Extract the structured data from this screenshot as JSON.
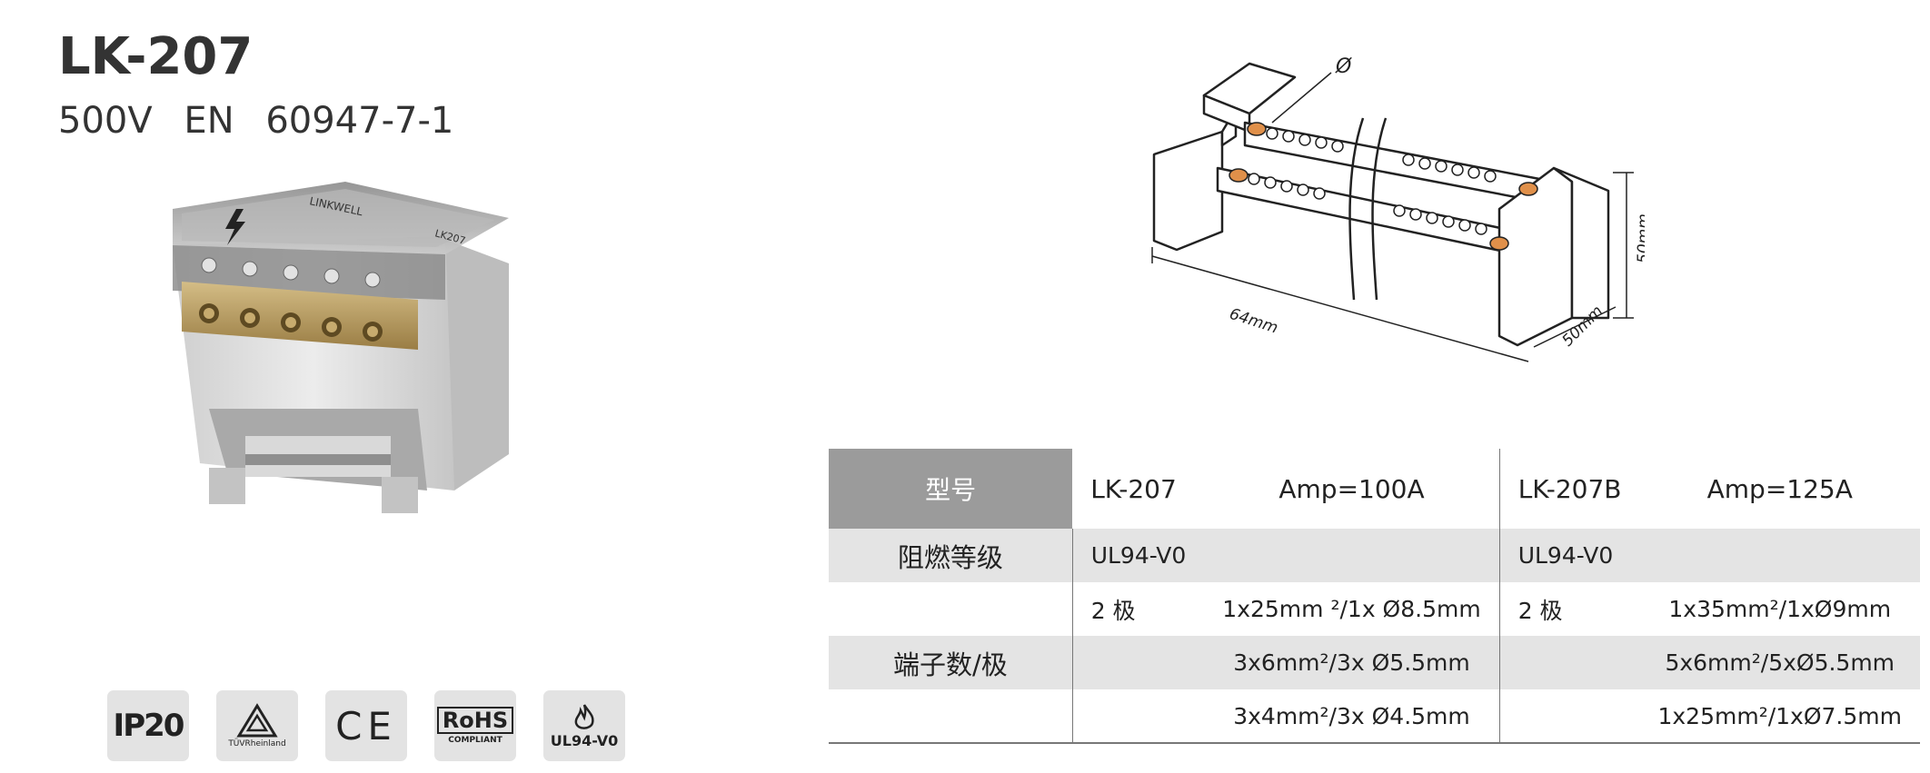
{
  "product": {
    "model": "LK-207",
    "rating": "500V   EN 60947-7-1"
  },
  "photo": {
    "brand_label": "LINKWELL",
    "model_label": "LK207"
  },
  "drawing": {
    "diameter_symbol": "Ø",
    "height_dim": "50mm",
    "depth_dim": "50mm",
    "length_dim": "64mm"
  },
  "badges": [
    {
      "name": "ip-rating",
      "text": "IP20"
    },
    {
      "name": "tuv",
      "text": "TÜVRheinland"
    },
    {
      "name": "ce",
      "text": "CE"
    },
    {
      "name": "rohs",
      "text": "RoHS",
      "sub": "COMPLIANT"
    },
    {
      "name": "ul94",
      "text": "UL94-V0"
    }
  ],
  "table": {
    "header": {
      "label": "型号",
      "a_model": "LK-207",
      "a_amp": "Amp=100A",
      "b_model": "LK-207B",
      "b_amp": "Amp=125A"
    },
    "rows": [
      {
        "label": "阻燃等级",
        "a1": "UL94-V0",
        "a2": "",
        "b1": "UL94-V0",
        "b2": ""
      },
      {
        "label": "",
        "a1": "2 极",
        "a2": "1x25mm ²/1x Ø8.5mm",
        "b1": "2 极",
        "b2": "1x35mm²/1xØ9mm"
      },
      {
        "label": "端子数/极",
        "a1": "",
        "a2": "3x6mm²/3x Ø5.5mm",
        "b1": "",
        "b2": "5x6mm²/5xØ5.5mm"
      },
      {
        "label": "",
        "a1": "",
        "a2": "3x4mm²/3x Ø4.5mm",
        "b1": "",
        "b2": "1x25mm²/1xØ7.5mm"
      }
    ]
  },
  "colors": {
    "header_gray": "#9b9b9b",
    "row_shade": "#e4e4e4",
    "terminal_orange": "#e0904a",
    "brass": "#b89a5e"
  }
}
